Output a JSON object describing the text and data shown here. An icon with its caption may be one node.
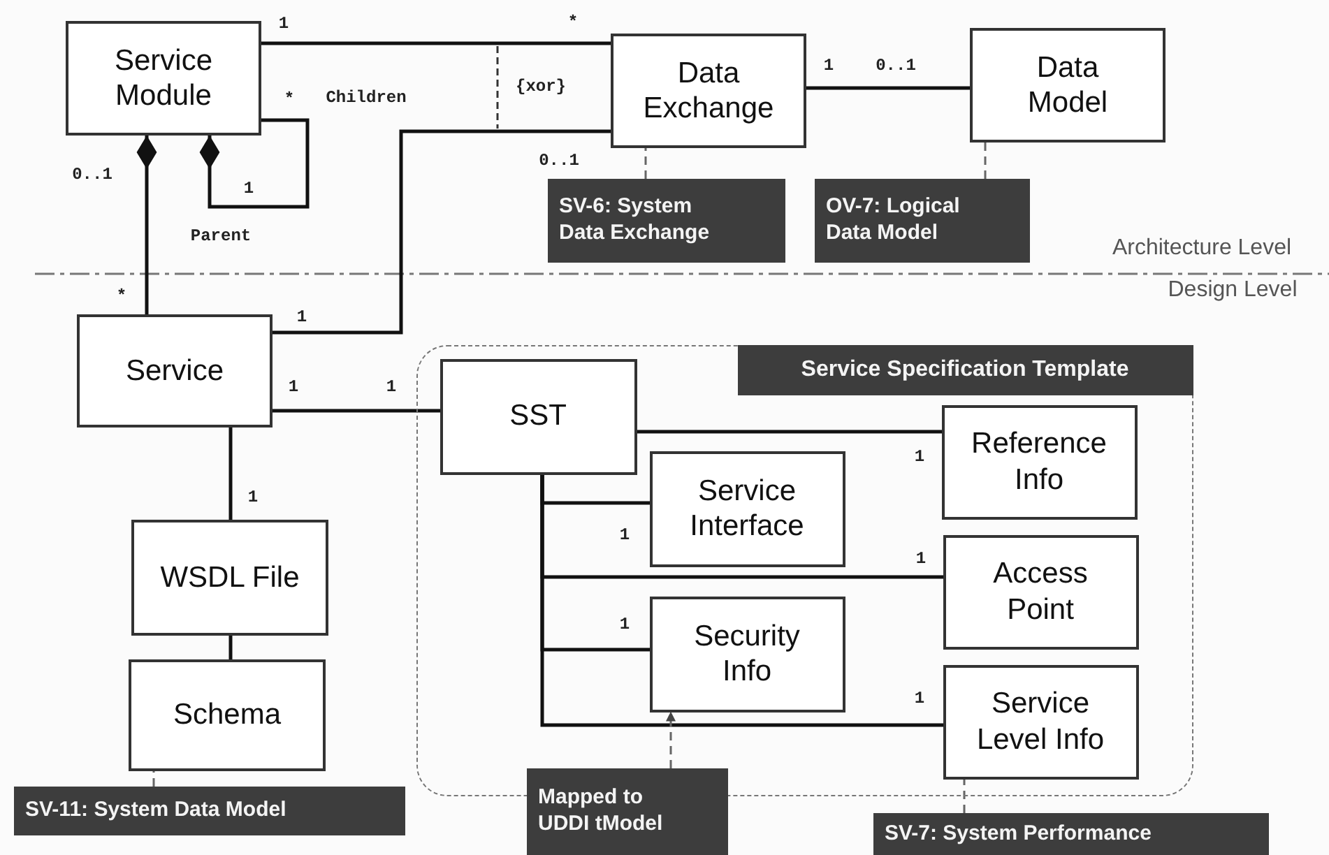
{
  "diagram": {
    "nodes": [
      {
        "text": [
          "Service Module"
        ]
      },
      {
        "text": [
          "Data Exchange"
        ]
      },
      {
        "text": [
          "Data Model"
        ]
      },
      {
        "text": [
          "SV-6: System Data Exchange"
        ]
      },
      {
        "text": [
          "OV-7: Logical Data Model"
        ]
      },
      {
        "text": [
          "Service"
        ]
      },
      {
        "text": [],
        "shape": "box"
      },
      {
        "text": [
          "Service Specification Template"
        ],
        "in": 6
      },
      {
        "text": [
          "SST"
        ],
        "in": 6
      },
      {
        "text": [
          "Reference Info"
        ],
        "in": 6
      },
      {
        "text": [
          "Service Interface"
        ],
        "in": 6
      },
      {
        "text": [
          "Access Point"
        ],
        "in": 6
      },
      {
        "text": [
          "Security Info"
        ],
        "in": 6
      },
      {
        "text": [
          "Service Level Info"
        ],
        "in": 6
      },
      {
        "text": [
          "WSDL File"
        ]
      },
      {
        "text": [
          "Schema"
        ]
      },
      {
        "text": [
          "SV-11: System Data Model"
        ]
      },
      {
        "text": [
          "Mapped to UDDI tModel"
        ]
      },
      {
        "text": [
          "SV-7: System Performance"
        ]
      }
    ],
    "edges": [
      {
        "from": 0,
        "to": 1,
        "arrow": "none"
      },
      {
        "from": 5,
        "to": 1,
        "arrow": "none"
      },
      {
        "from": 0,
        "to": 0,
        "arrow": "other"
      },
      {
        "from": 0,
        "to": 5,
        "arrow": "other"
      },
      {
        "from": 1,
        "to": 2,
        "arrow": "none"
      },
      {
        "from": 5,
        "to": 8,
        "arrow": "none"
      },
      {
        "from": 5,
        "to": 14,
        "arrow": "none"
      },
      {
        "from": 14,
        "to": 15,
        "arrow": "none"
      },
      {
        "from": 8,
        "to": 9,
        "arrow": "none"
      },
      {
        "from": 8,
        "to": 10,
        "arrow": "none"
      },
      {
        "from": 8,
        "to": 11,
        "arrow": "none"
      },
      {
        "from": 8,
        "to": 12,
        "arrow": "none"
      },
      {
        "from": 8,
        "to": 13,
        "arrow": "none"
      },
      {
        "from": 3,
        "to": 1,
        "arrow": "none",
        "style": "dashed"
      },
      {
        "from": 4,
        "to": 2,
        "arrow": "none",
        "style": "dashed"
      },
      {
        "from": 16,
        "to": 15,
        "arrow": "none",
        "style": "dashed"
      },
      {
        "from": 17,
        "to": 12,
        "arrow": "to",
        "style": "dashed"
      },
      {
        "from": 18,
        "to": 13,
        "arrow": "none",
        "style": "dashed"
      }
    ],
    "labels": [
      "1",
      "*",
      "1",
      "0..1",
      "{xor}",
      "*",
      "Children",
      "0..1",
      "0..1",
      "1",
      "Parent",
      "Architecture Level",
      "Design Level",
      "*",
      "1",
      "1",
      "1",
      "1",
      "1",
      "1",
      "1",
      "1",
      "1"
    ]
  }
}
